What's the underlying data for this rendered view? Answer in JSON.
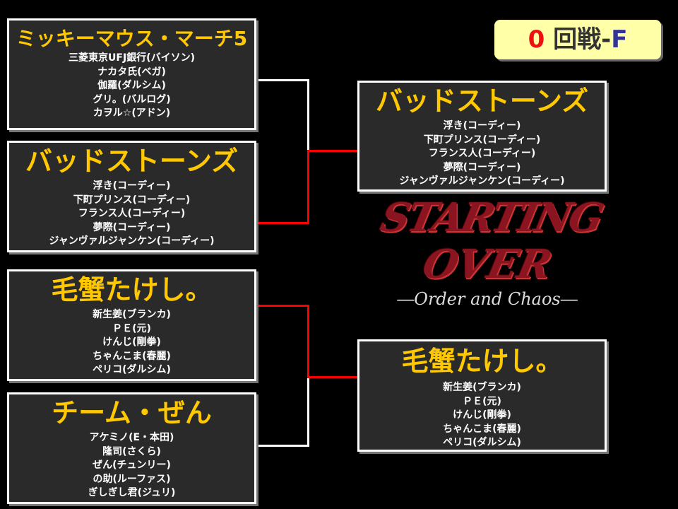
{
  "round": {
    "number": "0",
    "label": "回戦-",
    "block": "F",
    "colors": {
      "number": "#ee1111",
      "label": "#333333",
      "block": "#333399"
    }
  },
  "teams": [
    {
      "name": "ミッキーマウス・マーチ5",
      "members": [
        "三菱東京UFJ銀行(バイソン)",
        "ナカタ氏(ベガ)",
        "伽羅(ダルシム)",
        "グリ。(バルログ)",
        "カヲル☆(アドン)"
      ]
    },
    {
      "name": "バッドストーンズ",
      "members": [
        "浮き(コーディー)",
        "下町プリンス(コーディー)",
        "フランス人(コーディー)",
        "夢際(コーディー)",
        "ジャンヴァルジャンケン(コーディー)"
      ]
    },
    {
      "name": "毛蟹たけし。",
      "members": [
        "新生姜(ブランカ)",
        "ＰＥ(元)",
        "けんじ(剛拳)",
        "ちゃんこま(春麗)",
        "ペリコ(ダルシム)"
      ]
    },
    {
      "name": "チーム・ぜん",
      "members": [
        "アケミノ(E・本田)",
        "隆司(さくら)",
        "ぜん(チュンリー)",
        "の助(ルーファス)",
        "ぎしぎし君(ジュリ)"
      ]
    }
  ],
  "winners": [
    {
      "name": "バッドストーンズ",
      "members": [
        "浮き(コーディー)",
        "下町プリンス(コーディー)",
        "フランス人(コーディー)",
        "夢際(コーディー)",
        "ジャンヴァルジャンケン(コーディー)"
      ]
    },
    {
      "name": "毛蟹たけし。",
      "members": [
        "新生姜(ブランカ)",
        "ＰＥ(元)",
        "けんじ(剛拳)",
        "ちゃんこま(春麗)",
        "ペリコ(ダルシム)"
      ]
    }
  ],
  "logo": {
    "title_line1": "STARTING",
    "title_line2": "OVER",
    "subtitle": "―Order and Chaos―"
  }
}
